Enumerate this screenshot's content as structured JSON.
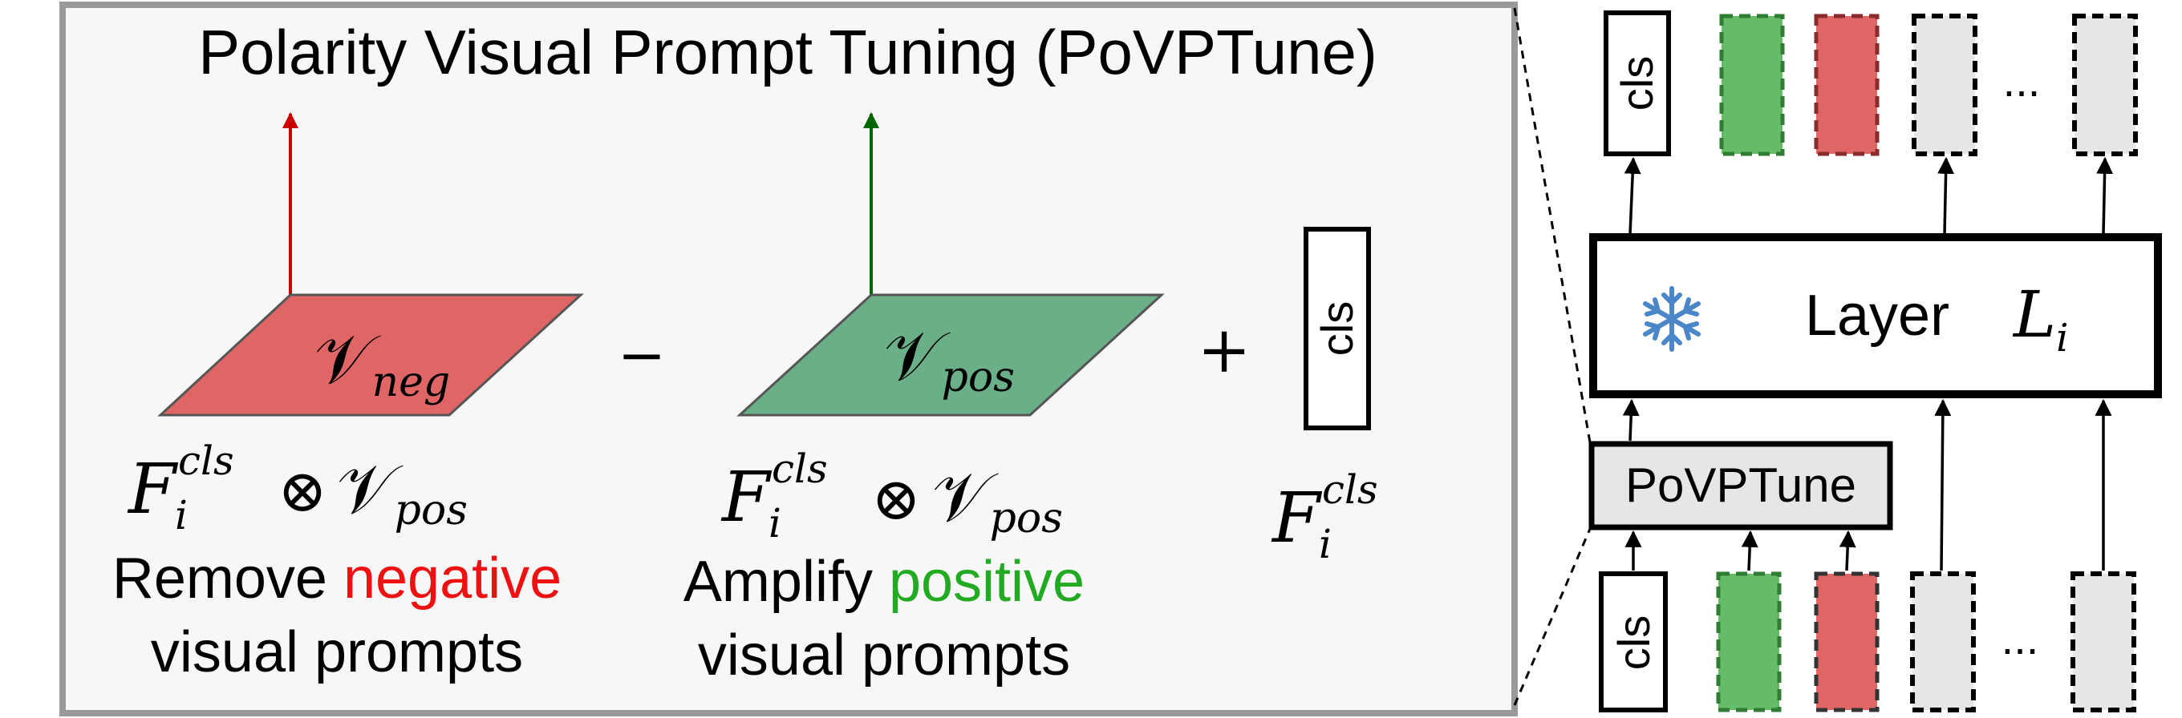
{
  "title": "Polarity Visual Prompt Tuning (PoVPTune)",
  "operators": {
    "minus": "−",
    "plus": "+",
    "otimes": "⊗"
  },
  "neg_plane": {
    "symbol": "𝒱",
    "sub": "neg"
  },
  "pos_plane": {
    "symbol": "𝒱",
    "sub": "pos"
  },
  "cls_label": "cls",
  "formula": {
    "F": "F",
    "sup": "cls",
    "sub": "i",
    "V": "𝒱",
    "Vsub": "pos"
  },
  "captions": {
    "remove_prefix": "Remove ",
    "remove_highlight": "negative",
    "amplify_prefix": "Amplify ",
    "amplify_highlight": "positive",
    "second_line": "visual prompts"
  },
  "layer": {
    "word": "Layer",
    "L": "L",
    "sub": "i",
    "icon": "snowflake-icon"
  },
  "povptune_label": "PoVPTune",
  "ellipsis": "...",
  "colors": {
    "negative": "#e06666",
    "positive": "#6aaf87",
    "positive_token": "#66bb66",
    "gray_token": "#e6e6e6",
    "panel_bg": "#f7f7f7",
    "panel_border": "#999999",
    "red_arrow": "#cc0000",
    "green_arrow": "#006600",
    "neg_text": "#ee1111",
    "pos_text": "#22aa22",
    "snowflake": "#4a86c8"
  }
}
